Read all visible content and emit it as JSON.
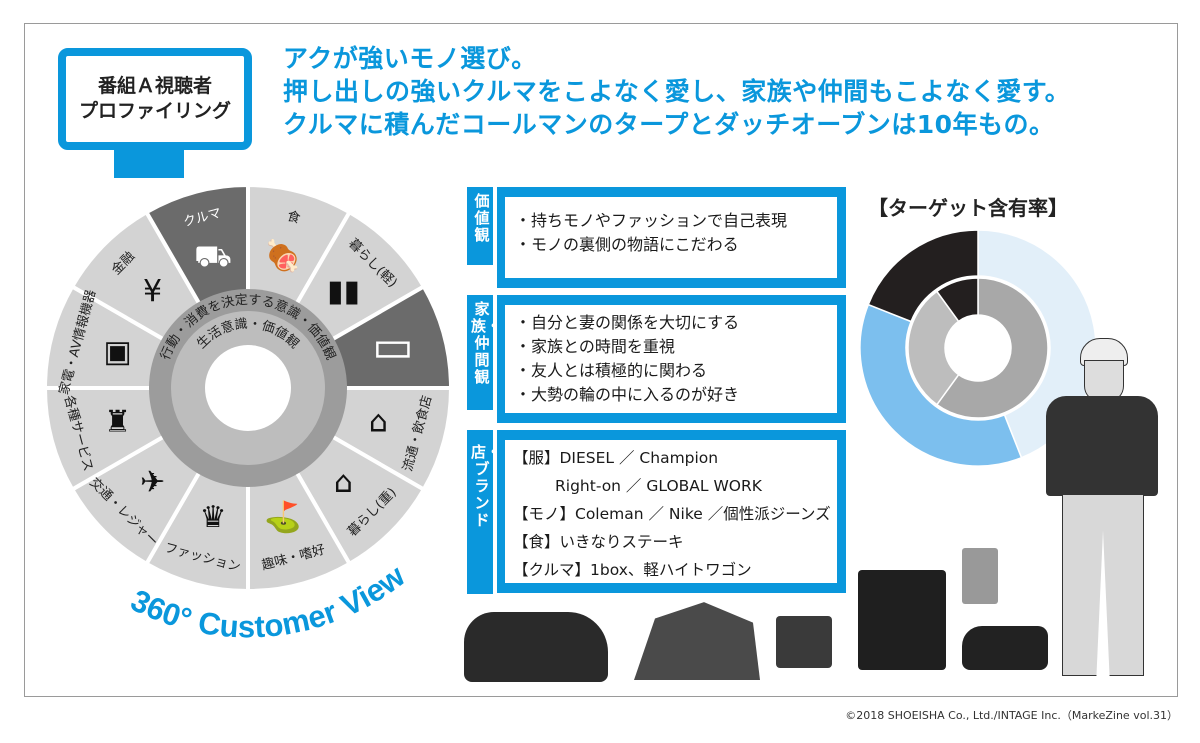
{
  "header": {
    "monitor_label_lines": [
      "番組Ａ視聴者",
      "プロファイリング"
    ],
    "headline_lines": [
      "アクが強いモノ選び。",
      "押し出しの強いクルマをこよなく愛し、家族や仲間もこよなく愛す。",
      "クルマに積んだコールマンのタープとダッチオーブンは10年もの。"
    ]
  },
  "wheel": {
    "segments": [
      {
        "label": "食",
        "icon": "meat-eggplant-icon",
        "glyph": "🍖",
        "dark": false
      },
      {
        "label": "暮らし(軽)",
        "icon": "detergent-bottles-icon",
        "glyph": "▮▮",
        "dark": false
      },
      {
        "label": "",
        "icon": "tv-monitor-icon",
        "glyph": "▭",
        "dark": true
      },
      {
        "label": "流通・飲食店",
        "icon": "store-dish-icon",
        "glyph": "⌂",
        "dark": false
      },
      {
        "label": "暮らし(重)",
        "icon": "house-icon",
        "glyph": "⌂",
        "dark": false
      },
      {
        "label": "趣味・嗜好",
        "icon": "golf-bowling-icon",
        "glyph": "⛳",
        "dark": false
      },
      {
        "label": "ファッション",
        "icon": "dress-heel-icon",
        "glyph": "♛",
        "dark": false
      },
      {
        "label": "交通・レジャー",
        "icon": "plane-train-icon",
        "glyph": "✈",
        "dark": false
      },
      {
        "label": "各種サービス",
        "icon": "church-person-icon",
        "glyph": "♜",
        "dark": false
      },
      {
        "label": "家電・AV情報機器",
        "icon": "microwave-tv-icon",
        "glyph": "▣",
        "dark": false
      },
      {
        "label": "金融",
        "icon": "money-bag-icon",
        "glyph": "¥",
        "dark": false
      },
      {
        "label": "クルマ",
        "icon": "car-icon",
        "glyph": "⛟",
        "dark": true
      }
    ],
    "outer_ring_label": "行動・消費を決定する意識・価値観",
    "inner_ring_label": "生活意識・価値観",
    "caption": "360° Customer View"
  },
  "sections": [
    {
      "title": "価値観",
      "items": [
        "・持ちモノやファッションで自己表現",
        "・モノの裏側の物語にこだわる"
      ]
    },
    {
      "title": "家族・仲間観",
      "items": [
        "・自分と妻の関係を大切にする",
        "・家族との時間を重視",
        "・友人とは積極的に関わる",
        "・大勢の輪の中に入るのが好き"
      ]
    },
    {
      "title": "店・ブランド",
      "items": [
        "【服】DIESEL ／ Champion",
        "Right-on ／ GLOBAL WORK",
        "【モノ】Coleman ／ Nike ／個性派ジーンズ",
        "【食】いきなりステーキ",
        "【クルマ】1box、軽ハイトワゴン"
      ]
    }
  ],
  "chart_data": {
    "type": "pie",
    "variant": "nested-donut",
    "title": "【ターゲット含有率】",
    "series": [
      {
        "name": "outer",
        "values": [
          44,
          37,
          19
        ],
        "colors": [
          "#e2eff9",
          "#7cbfee",
          "#231f1f"
        ]
      },
      {
        "name": "inner",
        "values": [
          60,
          30,
          10
        ],
        "colors": [
          "#a8a8a8",
          "#bdbdbd",
          "#231f1f"
        ]
      }
    ],
    "legend": "none"
  },
  "colors": {
    "accent": "#0a97dc",
    "sector_light": "#d3d3d3",
    "sector_dark": "#6b6b6b"
  },
  "footer": {
    "copyright": "©2018 SHOEISHA Co., Ltd./INTAGE Inc.（MarkeZine vol.31）"
  }
}
